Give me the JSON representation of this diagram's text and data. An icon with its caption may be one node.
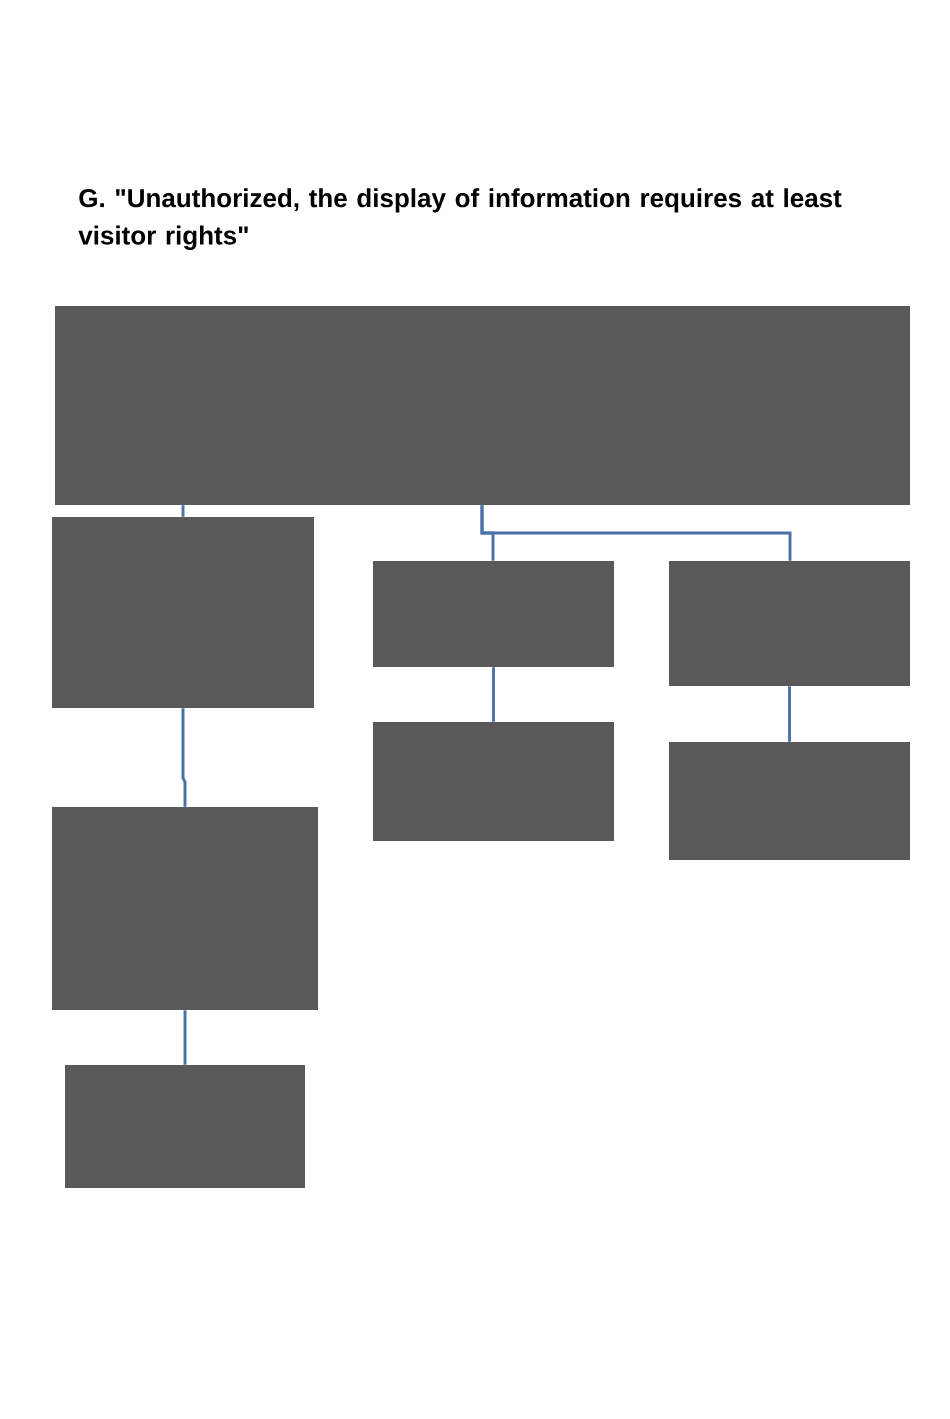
{
  "diagram": {
    "title": "G. \"Unauthorized, the display of information requires at least visitor rights\"",
    "nodes": [
      {
        "text": [],
        "shape": "box"
      },
      {
        "text": [],
        "shape": "box"
      },
      {
        "text": [],
        "shape": "box"
      },
      {
        "text": [],
        "shape": "box"
      },
      {
        "text": [],
        "shape": "box"
      },
      {
        "text": [],
        "shape": "box"
      },
      {
        "text": [],
        "shape": "box"
      },
      {
        "text": [],
        "shape": "box"
      }
    ],
    "edges": [
      {
        "from": 0,
        "to": 1,
        "arrow": "none"
      },
      {
        "from": 0,
        "to": 2,
        "arrow": "none"
      },
      {
        "from": 0,
        "to": 3,
        "arrow": "none"
      },
      {
        "from": 2,
        "to": 4,
        "arrow": "none"
      },
      {
        "from": 3,
        "to": 5,
        "arrow": "none"
      },
      {
        "from": 1,
        "to": 6,
        "arrow": "none"
      },
      {
        "from": 6,
        "to": 7,
        "arrow": "none"
      }
    ]
  }
}
